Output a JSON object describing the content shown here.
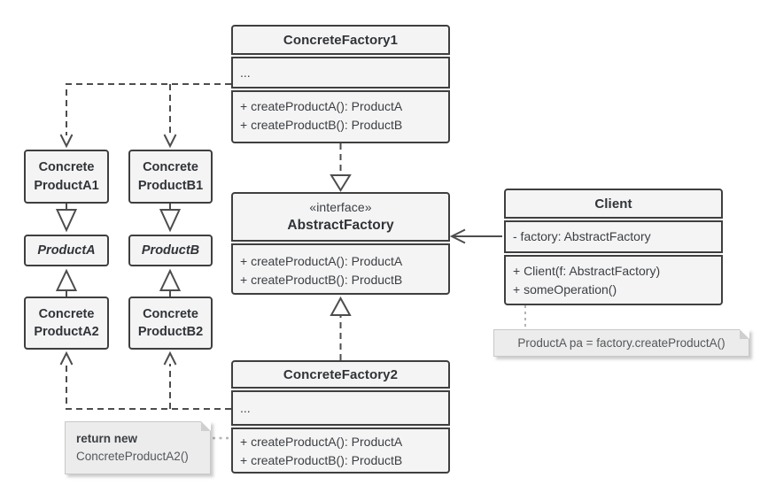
{
  "diagram_type": "uml-class-diagram",
  "pattern": "Abstract Factory",
  "colors": {
    "box_fill": "#f4f4f4",
    "box_border": "#3f3f3f",
    "text": "#303338",
    "arrow": "#4d4d4d",
    "note_fill": "#ececec",
    "note_border": "#c8c8c8",
    "note_connector": "#b4b4b4",
    "background": "#ffffff"
  },
  "classes": {
    "concrete_factory1": {
      "name": "ConcreteFactory1",
      "attributes": [
        "..."
      ],
      "methods": [
        "+ createProductA(): ProductA",
        "+ createProductB(): ProductB"
      ]
    },
    "abstract_factory": {
      "stereotype": "«interface»",
      "name": "AbstractFactory",
      "methods": [
        "+ createProductA(): ProductA",
        "+ createProductB(): ProductB"
      ]
    },
    "concrete_factory2": {
      "name": "ConcreteFactory2",
      "attributes": [
        "..."
      ],
      "methods": [
        "+ createProductA(): ProductA",
        "+ createProductB(): ProductB"
      ]
    },
    "client": {
      "name": "Client",
      "attributes": [
        "- factory: AbstractFactory"
      ],
      "methods": [
        "+ Client(f: AbstractFactory)",
        "+ someOperation()"
      ]
    },
    "concrete_product_a1": {
      "line1": "Concrete",
      "line2": "ProductA1"
    },
    "concrete_product_b1": {
      "line1": "Concrete",
      "line2": "ProductB1"
    },
    "product_a": {
      "name": "ProductA"
    },
    "product_b": {
      "name": "ProductB"
    },
    "concrete_product_a2": {
      "line1": "Concrete",
      "line2": "ProductA2"
    },
    "concrete_product_b2": {
      "line1": "Concrete",
      "line2": "ProductB2"
    }
  },
  "notes": {
    "client_note": {
      "text": "ProductA pa = factory.createProductA()"
    },
    "factory2_note": {
      "line1": "return new",
      "line2": "ConcreteProductA2()"
    }
  },
  "relationships": [
    {
      "from": "ConcreteFactory1",
      "to": "AbstractFactory",
      "type": "realization"
    },
    {
      "from": "ConcreteFactory2",
      "to": "AbstractFactory",
      "type": "realization"
    },
    {
      "from": "Client",
      "to": "AbstractFactory",
      "type": "association"
    },
    {
      "from": "ConcreteFactory1",
      "to": "ConcreteProductA1",
      "type": "dependency"
    },
    {
      "from": "ConcreteFactory1",
      "to": "ConcreteProductB1",
      "type": "dependency"
    },
    {
      "from": "ConcreteFactory2",
      "to": "ConcreteProductA2",
      "type": "dependency"
    },
    {
      "from": "ConcreteFactory2",
      "to": "ConcreteProductB2",
      "type": "dependency"
    },
    {
      "from": "ConcreteProductA1",
      "to": "ProductA",
      "type": "generalization"
    },
    {
      "from": "ConcreteProductA2",
      "to": "ProductA",
      "type": "generalization"
    },
    {
      "from": "ConcreteProductB1",
      "to": "ProductB",
      "type": "generalization"
    },
    {
      "from": "ConcreteProductB2",
      "to": "ProductB",
      "type": "generalization"
    }
  ]
}
